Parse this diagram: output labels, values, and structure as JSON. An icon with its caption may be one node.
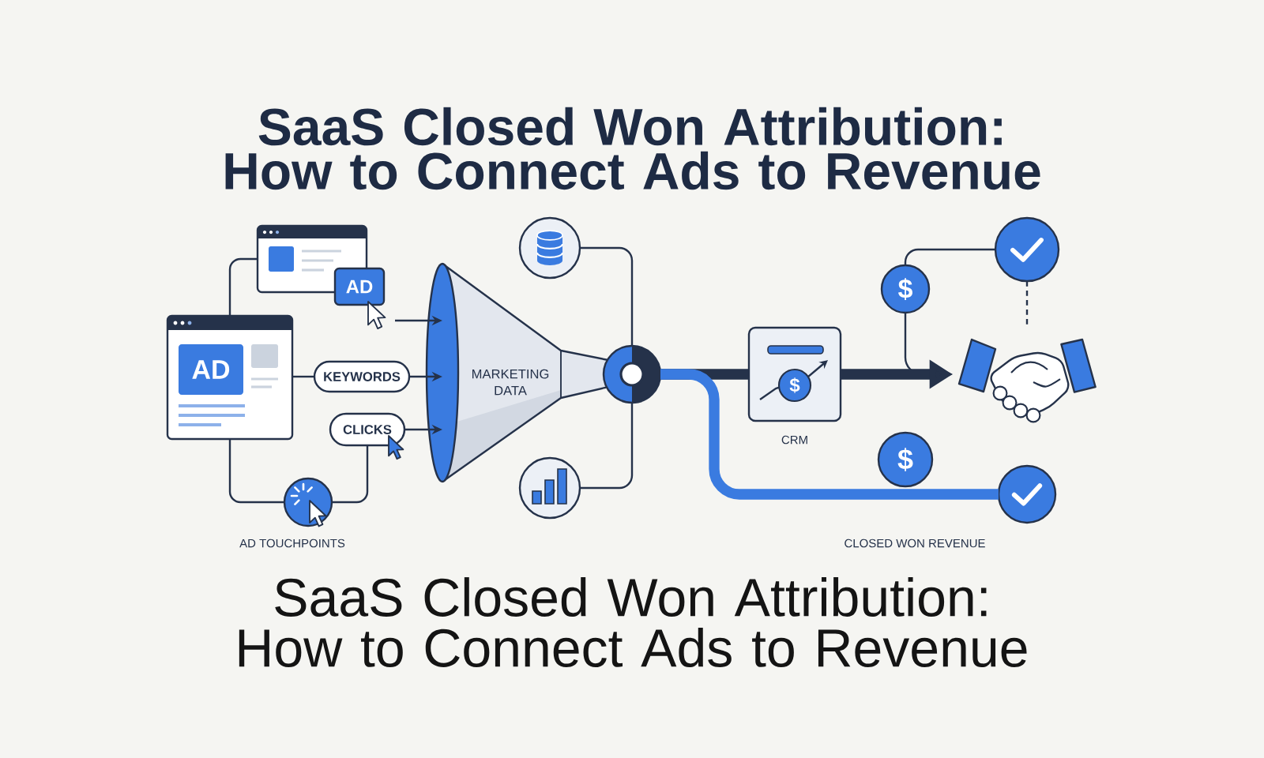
{
  "diagram": {
    "title": "SaaS Closed Won Attribution: How to Connect Ads to Revenue",
    "caption": "SaaS Closed Won Attribution: How to Connect Ads to Revenue",
    "nodes": [
      {
        "text": [],
        "shape": "picture"
      },
      {
        "text": [
          "AD"
        ]
      },
      {
        "text": [
          "AD"
        ]
      },
      {
        "text": [
          "KEYWORDS"
        ]
      },
      {
        "text": [
          "CLICKS"
        ]
      },
      {
        "text": [],
        "shape": "circle"
      },
      {
        "text": [
          "MARKETING DATA"
        ]
      },
      {
        "text": [],
        "shape": "circle"
      },
      {
        "text": [],
        "shape": "circle"
      },
      {
        "text": [],
        "shape": "circle"
      },
      {
        "text": [
          "$"
        ],
        "beside": [
          "CRM"
        ]
      },
      {
        "text": [
          "$"
        ]
      },
      {
        "text": [],
        "shape": "circle"
      },
      {
        "text": [],
        "shape": "picture"
      },
      {
        "text": [
          "$"
        ]
      },
      {
        "text": [],
        "shape": "circle"
      }
    ],
    "edges": [
      {
        "from": 2,
        "to": 0,
        "arrow": "none"
      },
      {
        "from": 2,
        "to": 3,
        "arrow": "none"
      },
      {
        "from": 2,
        "to": 5,
        "arrow": "none"
      },
      {
        "from": 5,
        "to": 4,
        "arrow": "none"
      },
      {
        "from": 1,
        "to": 6,
        "arrow": "to"
      },
      {
        "from": 3,
        "to": 6,
        "arrow": "to"
      },
      {
        "from": 4,
        "to": 6,
        "arrow": "to"
      },
      {
        "from": 7,
        "to": 9,
        "arrow": "none"
      },
      {
        "from": 8,
        "to": 9,
        "arrow": "none"
      },
      {
        "from": 9,
        "to": 10,
        "arrow": "none",
        "style": "thick"
      },
      {
        "from": 10,
        "to": 13,
        "arrow": "to",
        "style": "thick"
      },
      {
        "from": 9,
        "to": 15,
        "arrow": "none",
        "style": "thick",
        "color": "#3a7be0"
      },
      {
        "from": 11,
        "to": 12,
        "arrow": "none"
      },
      {
        "from": 11,
        "to": 13,
        "arrow": "to"
      },
      {
        "from": 12,
        "to": 13,
        "arrow": "none",
        "style": "dashed"
      }
    ],
    "labels": [
      "AD TOUCHPOINTS",
      "CLOSED WON REVENUE"
    ]
  }
}
